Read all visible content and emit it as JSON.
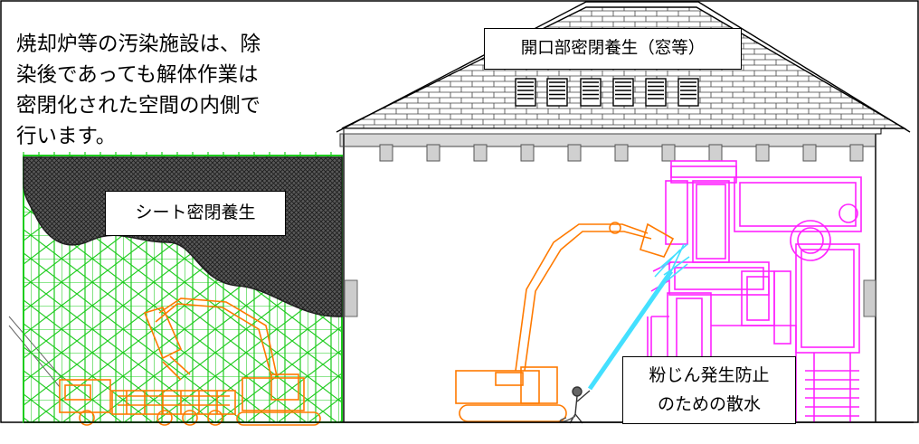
{
  "texts": {
    "intro_lines": [
      "焼却炉等の汚染施設は、除",
      "染後であっても解体作業は",
      "密閉化された空間の内側で",
      "行います。"
    ],
    "window_label": "開口部密閉養生（窓等）",
    "sheet_label": "シート密閉養生",
    "water_label_lines": [
      "粉じん発生防止",
      "のための散水"
    ]
  },
  "colors": {
    "scaffold": "#1ecc1e",
    "machinery": "#ff7a00",
    "furnace": "#ff22ff",
    "water_spray": "#44e0ff",
    "sheet": "#3a3a3a",
    "line": "#000000"
  },
  "icons": {
    "roof_vents": "louver-window-icon",
    "dump_truck": "dump-truck-icon",
    "excavators": "excavator-icon",
    "worker": "worker-with-hose-icon"
  }
}
